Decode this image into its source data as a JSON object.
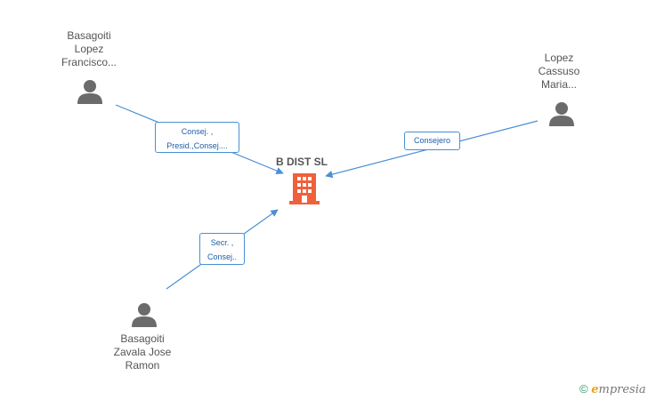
{
  "company": {
    "name": "B DIST SL",
    "color": "#f0603a"
  },
  "people": [
    {
      "id": "p1",
      "lines": [
        "Basagoiti",
        "Lopez",
        "Francisco..."
      ]
    },
    {
      "id": "p2",
      "lines": [
        "Lopez",
        "Cassuso",
        "Maria..."
      ]
    },
    {
      "id": "p3",
      "lines": [
        "Basagoiti",
        "Zavala Jose",
        "Ramon"
      ]
    }
  ],
  "relations": [
    {
      "from": "p1",
      "lines": [
        "Consej. ,",
        "Presid.,Consej...."
      ]
    },
    {
      "from": "p2",
      "lines": [
        "Consejero"
      ]
    },
    {
      "from": "p3",
      "lines": [
        "Secr. ,",
        "Consej.."
      ]
    }
  ],
  "colors": {
    "edge": "#4a8fd6",
    "person_icon": "#6b6b6b",
    "label_text": "#555555"
  },
  "footer": {
    "copyright": "©",
    "brand_initial": "e",
    "brand_rest": "mpresia"
  }
}
